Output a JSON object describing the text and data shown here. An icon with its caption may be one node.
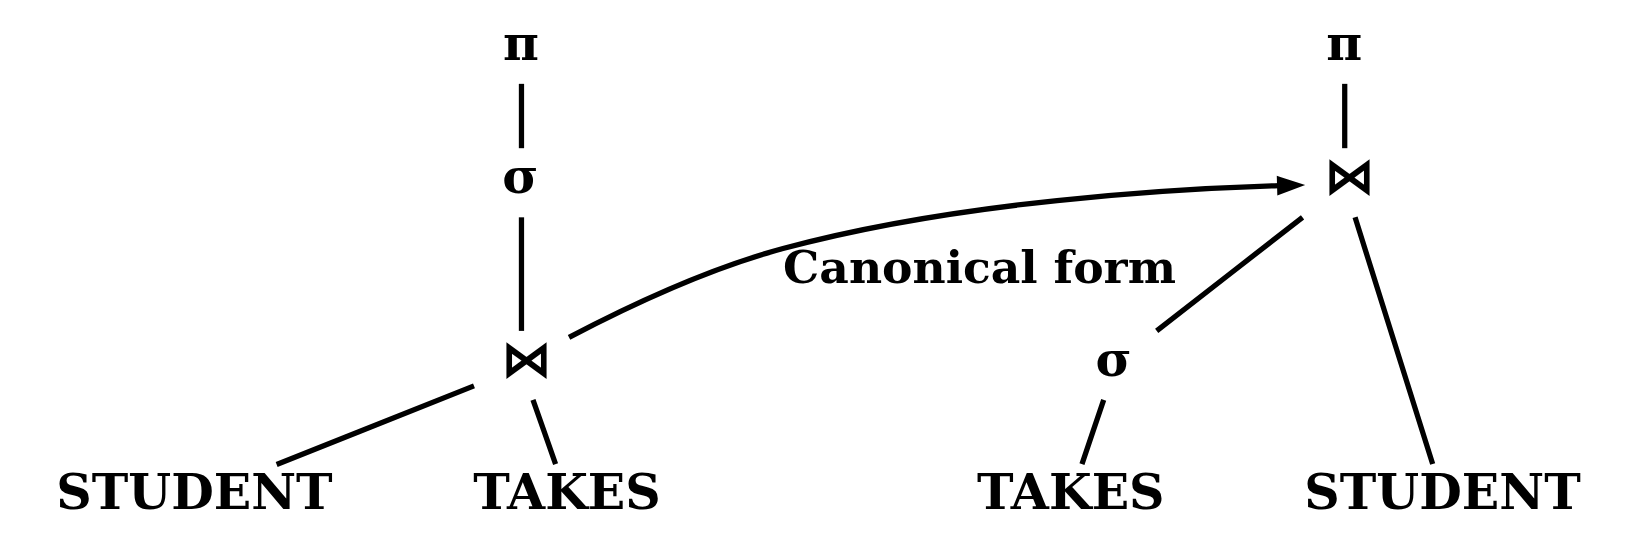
{
  "diagram": {
    "nodes": [
      {
        "text": [
          "π"
        ]
      },
      {
        "text": [
          "σ"
        ]
      },
      {
        "text": [
          "⋈"
        ]
      },
      {
        "text": [
          "STUDENT"
        ]
      },
      {
        "text": [
          "TAKES"
        ]
      },
      {
        "text": [
          "π"
        ]
      },
      {
        "text": [
          "⋈"
        ]
      },
      {
        "text": [
          "σ"
        ]
      },
      {
        "text": [
          "STUDENT"
        ]
      },
      {
        "text": [
          "TAKES"
        ]
      }
    ],
    "edges": [
      {
        "from": 0,
        "to": 1,
        "arrow": "none"
      },
      {
        "from": 1,
        "to": 2,
        "arrow": "none"
      },
      {
        "from": 2,
        "to": 3,
        "arrow": "none"
      },
      {
        "from": 2,
        "to": 4,
        "arrow": "none"
      },
      {
        "from": 2,
        "to": 6,
        "arrow": "to",
        "label": "Canonical form"
      },
      {
        "from": 5,
        "to": 6,
        "arrow": "none"
      },
      {
        "from": 6,
        "to": 8,
        "arrow": "none"
      },
      {
        "from": 6,
        "to": 7,
        "arrow": "none"
      },
      {
        "from": 7,
        "to": 9,
        "arrow": "none"
      }
    ]
  }
}
